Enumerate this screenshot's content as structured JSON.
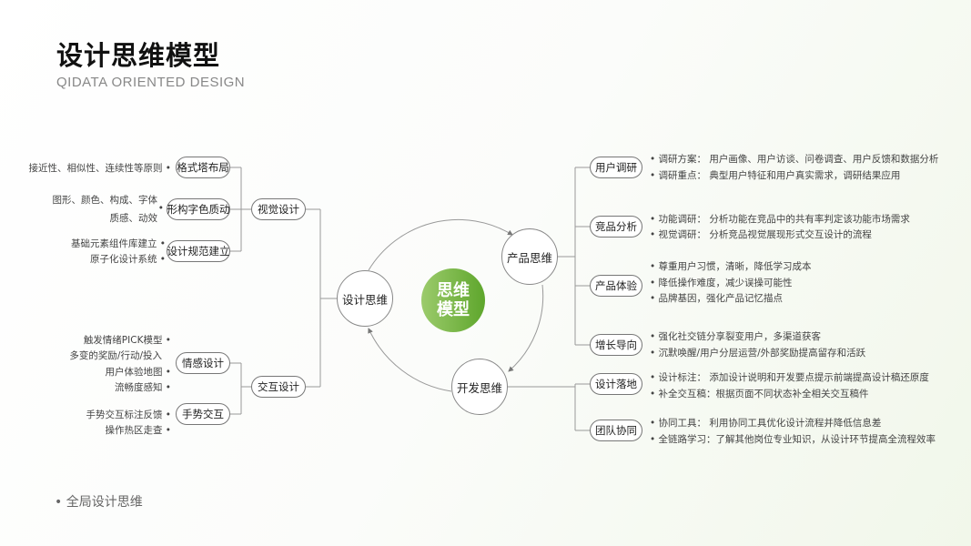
{
  "title": "设计思维模型",
  "subtitle": "QIDATA ORIENTED DESIGN",
  "footer": "• 全局设计思维",
  "core": {
    "line1": "思维",
    "line2": "模型"
  },
  "cycle": {
    "design": "设计思维",
    "product": "产品思维",
    "dev": "开发思维"
  },
  "left": {
    "visual": "视觉设计",
    "interaction": "交互设计",
    "gestalt": "格式塔布局",
    "form": "形构字色质动",
    "spec": "设计规范建立",
    "emotion": "情感设计",
    "gesture": "手势交互",
    "gestalt_items": [
      "接近性、相似性、连续性等原则 •"
    ],
    "form_items": [
      "图形、颜色、构成、字体",
      "质感、动效"
    ],
    "spec_items": [
      "基础元素组件库建立 •",
      "原子化设计系统 •"
    ],
    "emotion_items": [
      "触发情绪PICK模型 •",
      "多变的奖励/行动/投入",
      "用户体验地图 •",
      "流畅度感知 •"
    ],
    "gesture_items": [
      "手势交互标注反馈 •",
      "操作热区走查 •"
    ]
  },
  "right": {
    "nodes": [
      "用户调研",
      "竞品分析",
      "产品体验",
      "增长导向",
      "设计落地",
      "团队协同"
    ],
    "items": [
      [
        "• 调研方案： 用户画像、用户访谈、问卷调查、用户反馈和数据分析",
        "• 调研重点： 典型用户特征和用户真实需求，调研结果应用"
      ],
      [
        "• 功能调研： 分析功能在竞品中的共有率判定该功能市场需求",
        "• 视觉调研： 分析竞品视觉展现形式交互设计的流程"
      ],
      [
        "• 尊重用户习惯，清晰，降低学习成本",
        "• 降低操作难度，减少误操可能性",
        "• 品牌基因，强化产品记忆描点"
      ],
      [
        "• 强化社交链分享裂变用户，多渠道获客",
        "• 沉默唤醒/用户分层运营/外部奖励提高留存和活跃"
      ],
      [
        "• 设计标注： 添加设计说明和开发要点提示前端提高设计稿还原度",
        "• 补全交互稿：根据页面不同状态补全相关交互稿件"
      ],
      [
        "• 协同工具： 利用协同工具优化设计流程并降低信息差",
        "• 全链路学习：了解其他岗位专业知识，从设计环节提高全流程效率"
      ]
    ]
  },
  "colors": {
    "accent": "#6aad35",
    "line": "#888888"
  }
}
